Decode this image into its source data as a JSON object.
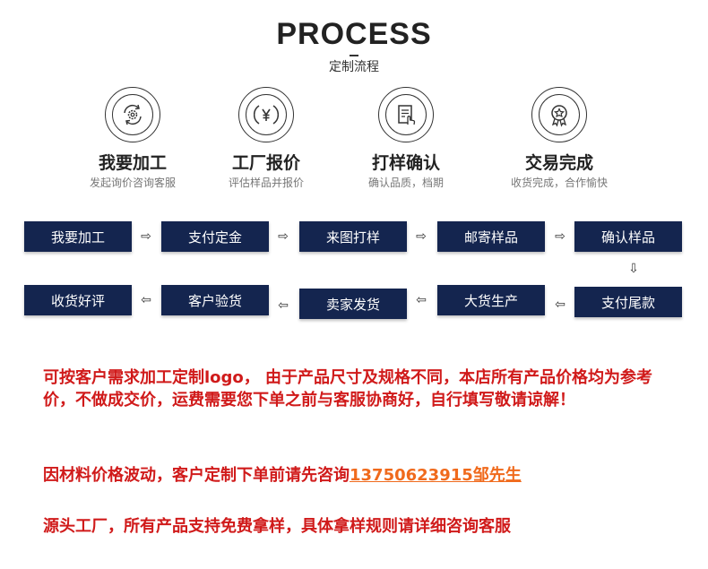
{
  "header": {
    "title": "PROCESS",
    "subtitle": "定制流程"
  },
  "steps": [
    {
      "title": "我要加工",
      "desc": "发起询价咨询客服",
      "icon": "gear-cycle-icon"
    },
    {
      "title": "工厂报价",
      "desc": "评估样品并报价",
      "icon": "yuan-icon"
    },
    {
      "title": "打样确认",
      "desc": "确认品质，档期",
      "icon": "document-hand-icon"
    },
    {
      "title": "交易完成",
      "desc": "收货完成，合作愉快",
      "icon": "award-star-icon"
    }
  ],
  "flow": {
    "row1": [
      "我要加工",
      "支付定金",
      "来图打样",
      "邮寄样品",
      "确认样品"
    ],
    "row2": [
      "收货好评",
      "客户验货",
      "卖家发货",
      "大货生产",
      "支付尾款"
    ],
    "arrow_right": "⇨",
    "arrow_left": "⇦",
    "arrow_down": "⇩"
  },
  "notes": {
    "p1": "可按客户需求加工定制logo， 由于产品尺寸及规格不同，本店所有产品价格均为参考价，不做成交价，运费需要您下单之前与客服协商好，自行填写敬请谅解！",
    "p2_prefix": "因材料价格波动，客户定制下单前请先咨询",
    "p2_contact": "13750623915邹先生",
    "p3": "源头工厂，所有产品支持免费拿样，具体拿样规则请详细咨询客服"
  },
  "colors": {
    "box_bg": "#14254f",
    "note_red": "#d01a1a",
    "contact_orange": "#f06a1c"
  }
}
